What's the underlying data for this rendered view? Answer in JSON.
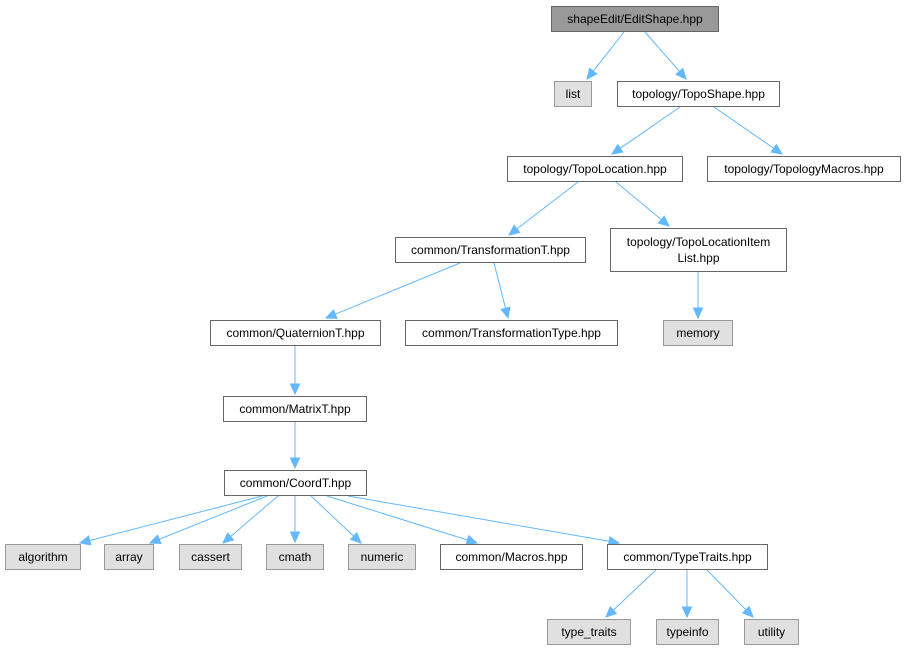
{
  "colors": {
    "edge": "#63b8ff",
    "root_fill": "#999999",
    "system_header_fill": "#e0e0e0",
    "header_fill": "#ffffff"
  },
  "nodes": {
    "root": "shapeEdit/EditShape.hpp",
    "list": "list",
    "topo_shape": "topology/TopoShape.hpp",
    "topo_location": "topology/TopoLocation.hpp",
    "topology_macros": "topology/TopologyMacros.hpp",
    "transformation_t": "common/TransformationT.hpp",
    "topo_location_item_list": "topology/TopoLocationItem List.hpp",
    "memory": "memory",
    "quaternion_t": "common/QuaternionT.hpp",
    "transformation_type": "common/TransformationType.hpp",
    "matrix_t": "common/MatrixT.hpp",
    "coord_t": "common/CoordT.hpp",
    "algorithm": "algorithm",
    "array": "array",
    "cassert": "cassert",
    "cmath": "cmath",
    "numeric": "numeric",
    "macros": "common/Macros.hpp",
    "type_traits_hpp": "common/TypeTraits.hpp",
    "type_traits": "type_traits",
    "typeinfo": "typeinfo",
    "utility": "utility"
  }
}
